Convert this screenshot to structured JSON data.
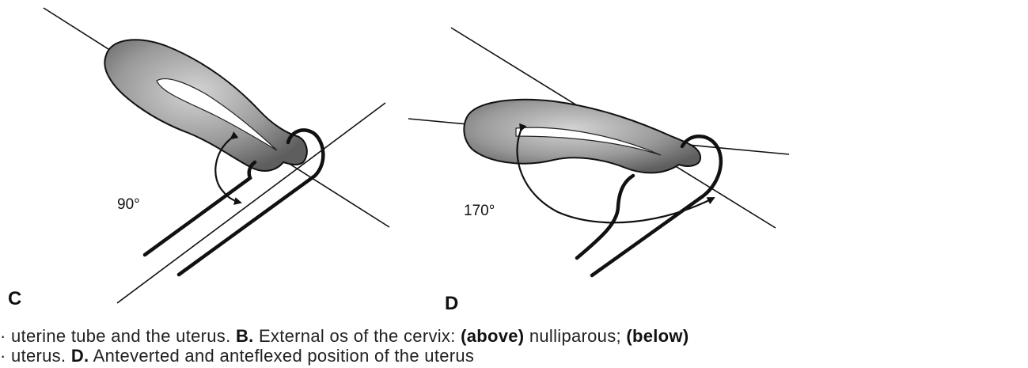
{
  "panels": {
    "c": {
      "letter": "C",
      "angle_label": "90°"
    },
    "d": {
      "letter": "D",
      "angle_label": "170°"
    }
  },
  "caption": {
    "line1": {
      "text1": "· uterine tube and the uterus. ",
      "bold1": "B.",
      "text2": " External os of the cervix: ",
      "bold2": "(above)",
      "text3": " nulliparous; ",
      "bold3": "(below)"
    },
    "line2": {
      "text1": "· uterus. ",
      "bold1": "D.",
      "text2": " Anteverted and anteflexed position of the uterus"
    }
  },
  "colors": {
    "ink": "#111111",
    "uterus_fill": "#8a8a8a",
    "cavity": "#ffffff"
  }
}
